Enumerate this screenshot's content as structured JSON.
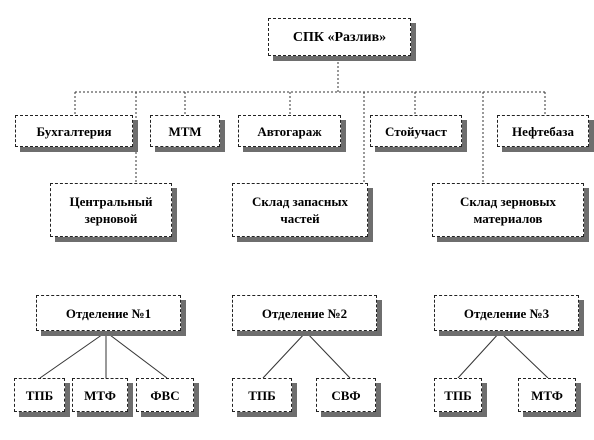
{
  "diagram": {
    "root": "СПК «Разлив»",
    "departments": [
      "Бухгалтерия",
      "МТМ",
      "Автогараж",
      "Стойучаст",
      "Нефтебаза"
    ],
    "warehouses": [
      "Центральный\nзерновой",
      "Склад запасных\nчастей",
      "Склад зерновых\nматериалов"
    ],
    "divisions": [
      "Отделение №1",
      "Отделение №2",
      "Отделение №3"
    ],
    "units": {
      "division1": [
        "ТПБ",
        "МТФ",
        "ФВС"
      ],
      "division2": [
        "ТПБ",
        "СВФ"
      ],
      "division3": [
        "ТПБ",
        "МТФ"
      ]
    }
  }
}
